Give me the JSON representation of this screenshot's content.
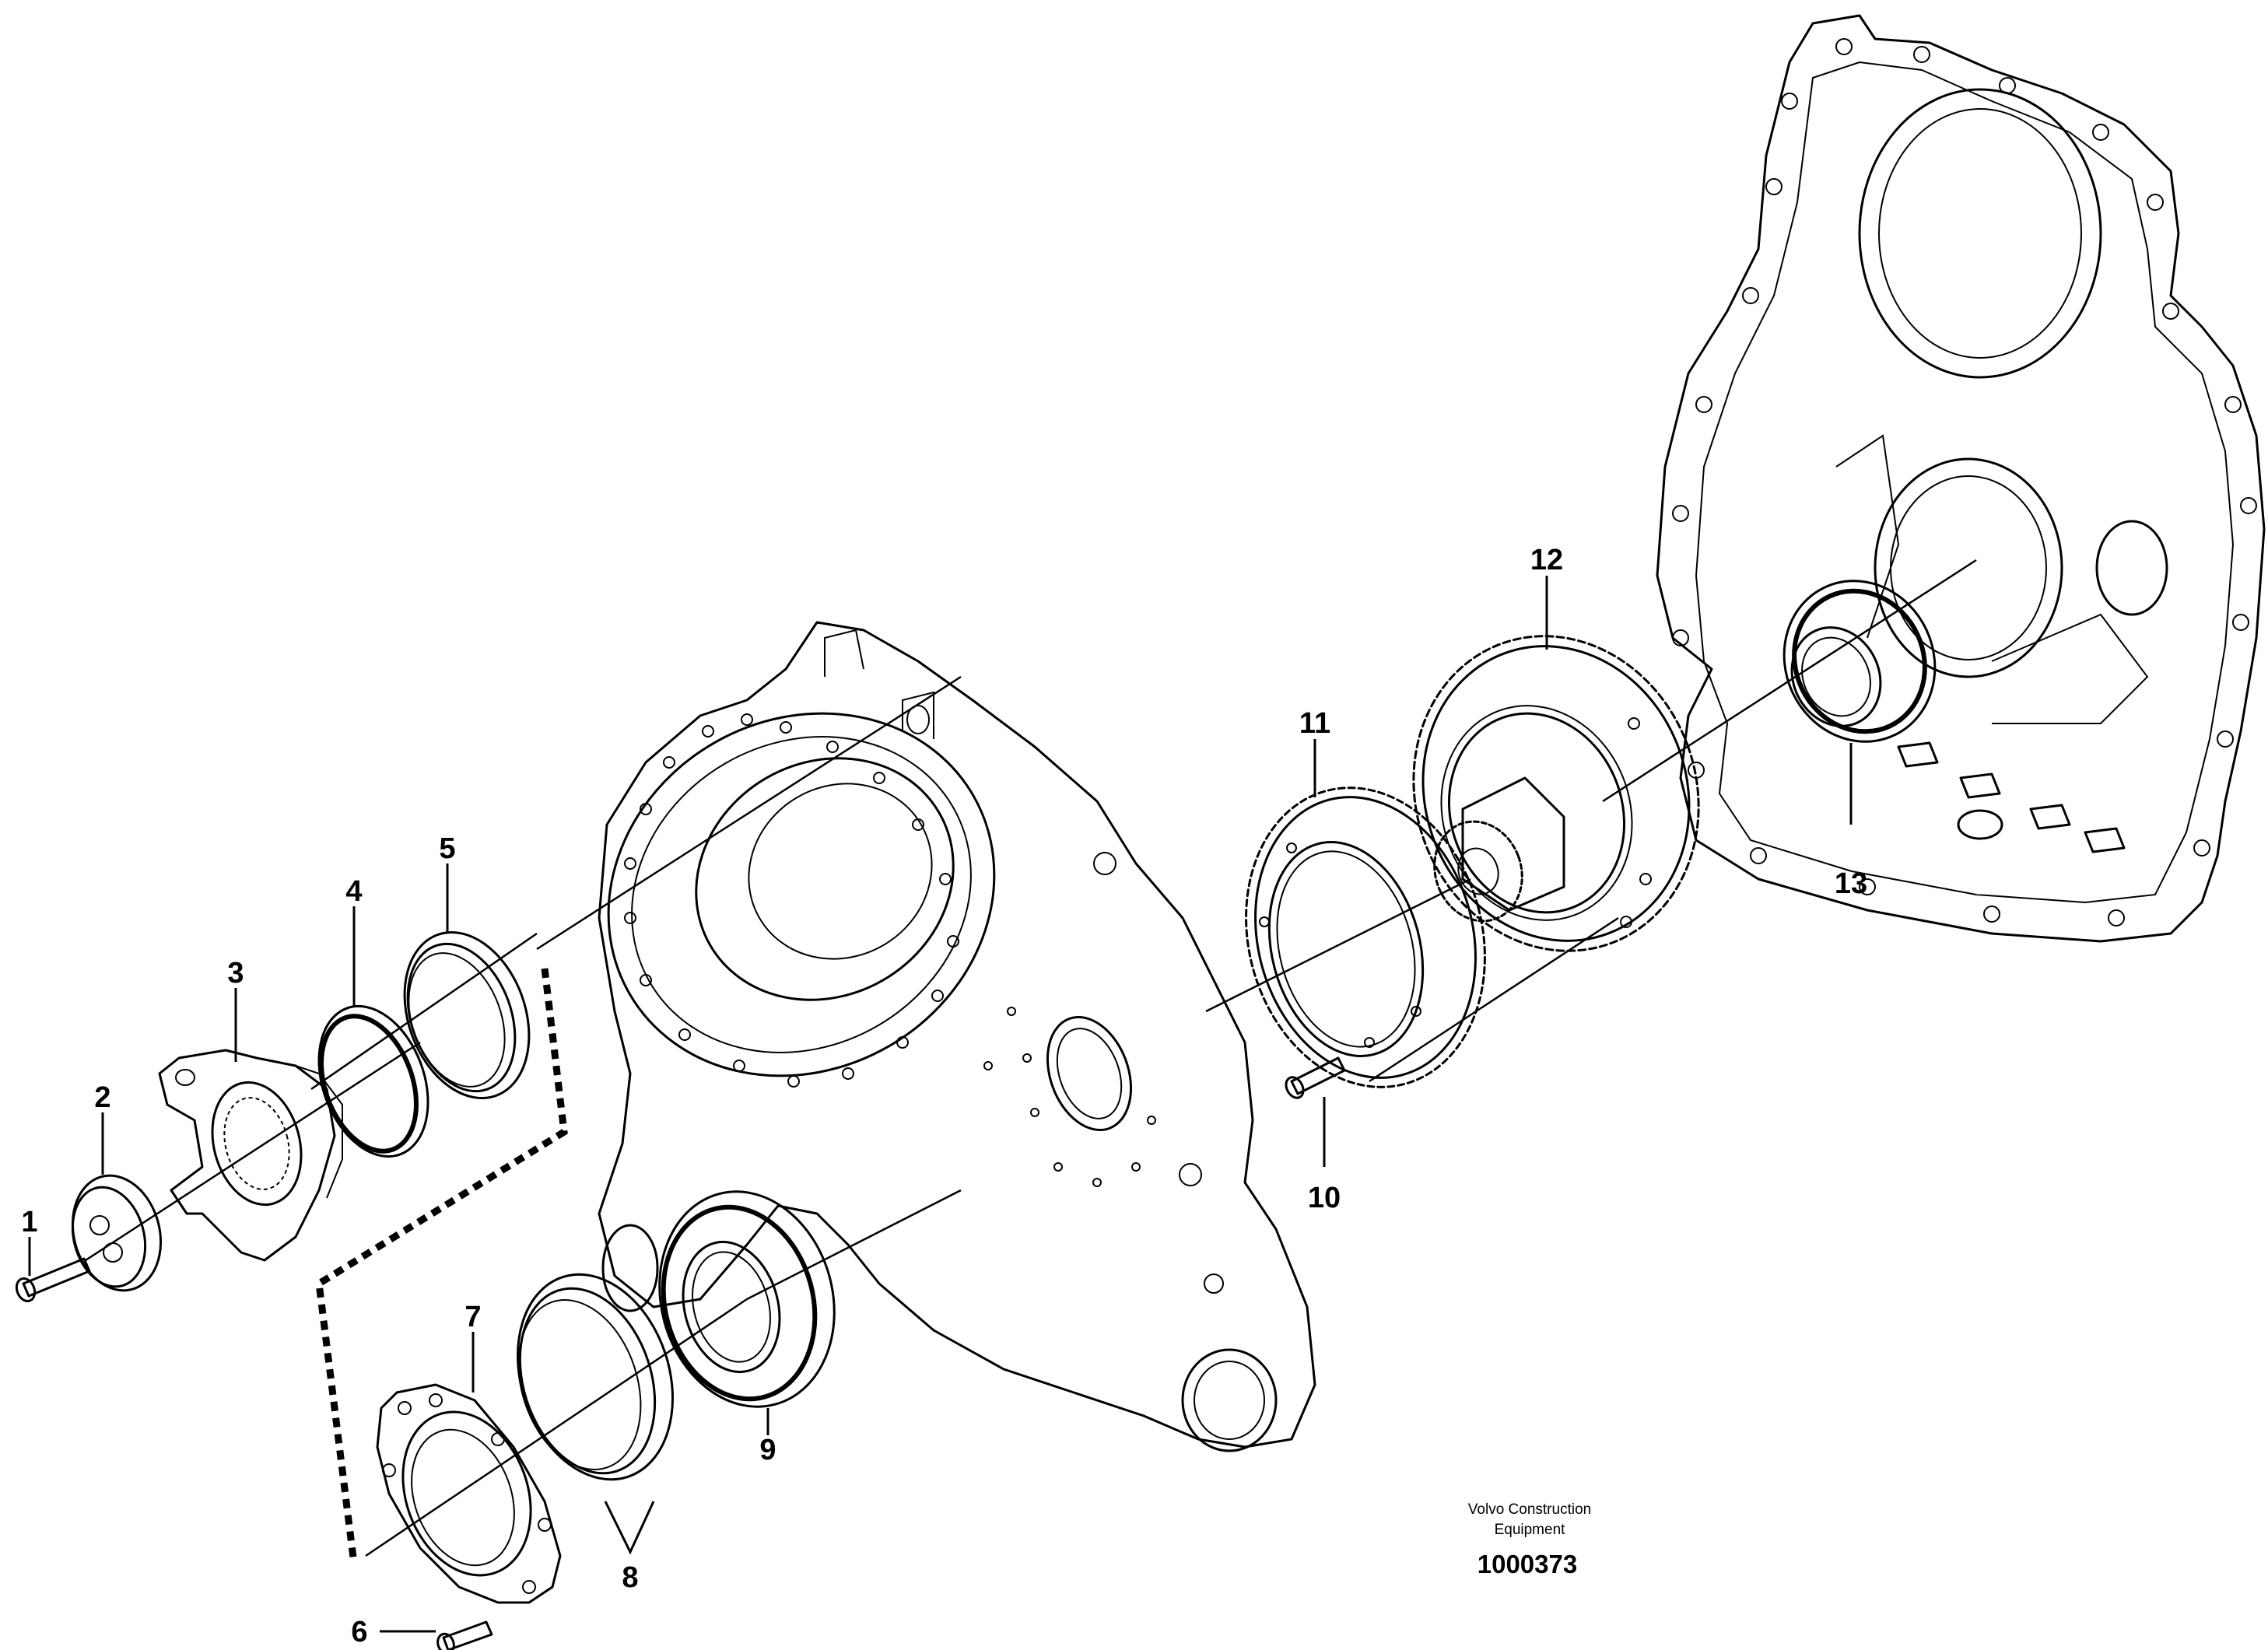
{
  "callouts": [
    {
      "label": "1"
    },
    {
      "label": "2"
    },
    {
      "label": "3"
    },
    {
      "label": "4"
    },
    {
      "label": "5"
    },
    {
      "label": "6"
    },
    {
      "label": "7"
    },
    {
      "label": "8"
    },
    {
      "label": "9"
    },
    {
      "label": "10"
    },
    {
      "label": "11"
    },
    {
      "label": "12"
    },
    {
      "label": "13"
    }
  ],
  "credit": {
    "line1": "Volvo Construction",
    "line2": "Equipment"
  },
  "document_number": "1000373"
}
